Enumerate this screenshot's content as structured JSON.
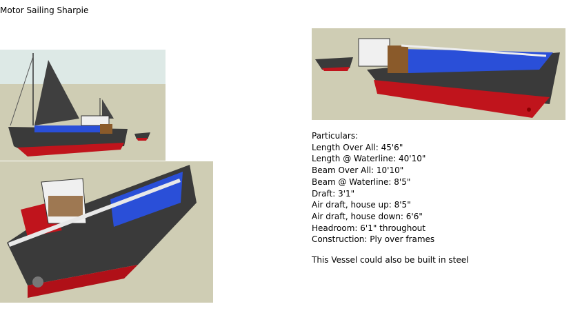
{
  "document": {
    "title": "Motor Sailing Sharpie",
    "particulars_heading": "Particulars:",
    "particulars": [
      "Length Over All: 45'6\"",
      "Length @ Waterline: 40'10\"",
      "Beam Over All:  10'10\"",
      "Beam @ Waterline: 8'5\"",
      "Draft: 3'1\"",
      "Air draft, house up: 8'5\"",
      "Air draft, house down: 6'6\"",
      "Headroom: 6'1\" throughout",
      "Construction: Ply over frames"
    ],
    "note": "This Vessel could also be built in steel"
  },
  "colors": {
    "hull": "#3a3a3a",
    "bottom": "#c0141c",
    "deck_blue": "#2a4fd8",
    "ground": "#cfcdb4",
    "sky": "#dde9e6"
  }
}
